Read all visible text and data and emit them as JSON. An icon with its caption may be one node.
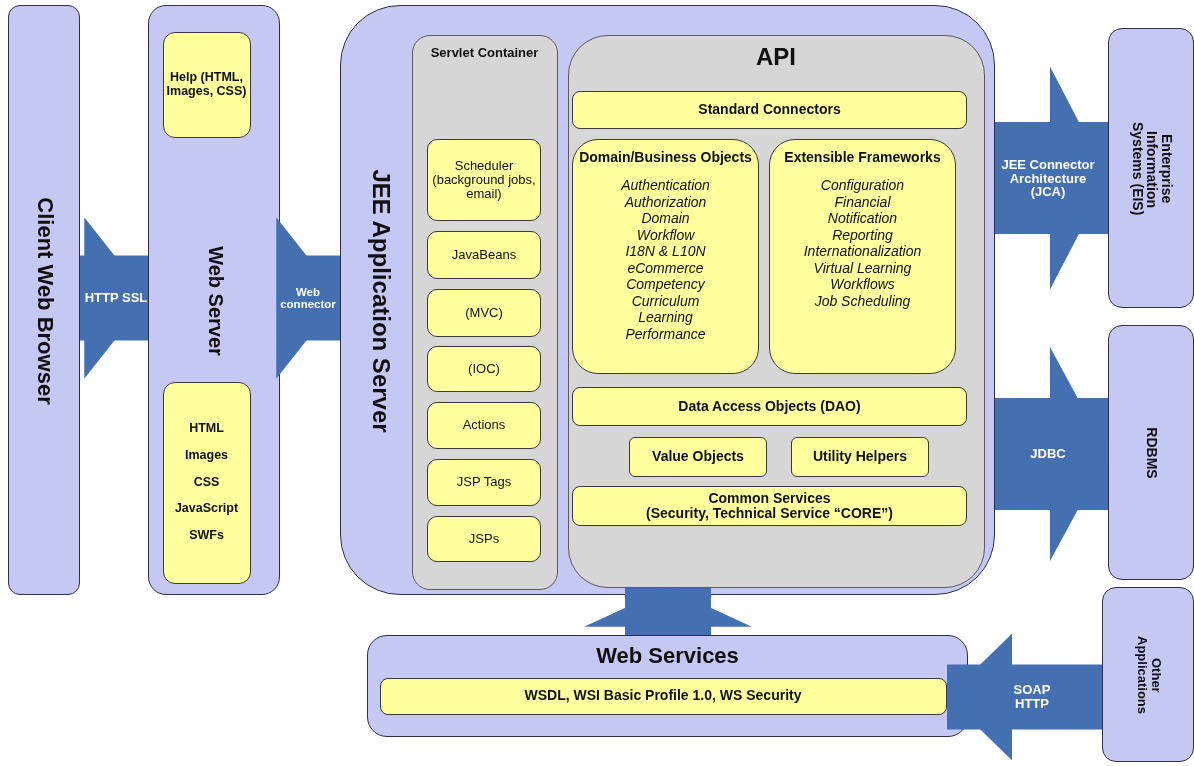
{
  "diagram": {
    "nodes": [
      {
        "text": [
          "Client Web Browser"
        ]
      },
      {
        "text": [
          "Web Server"
        ]
      },
      {
        "text": [
          "Help (HTML, Images, CSS)"
        ],
        "in": 1
      },
      {
        "text": [
          "HTML",
          "Images",
          "CSS",
          "JavaScript",
          "SWFs"
        ],
        "in": 1
      },
      {
        "text": [
          "JEE Application Server"
        ]
      },
      {
        "text": [
          "Servlet Container"
        ],
        "in": 4
      },
      {
        "text": [
          "Scheduler (background jobs, email)"
        ],
        "in": 5
      },
      {
        "text": [
          "JavaBeans"
        ],
        "in": 5
      },
      {
        "text": [
          "(MVC)"
        ],
        "in": 5
      },
      {
        "text": [
          "(IOC)"
        ],
        "in": 5
      },
      {
        "text": [
          "Actions"
        ],
        "in": 5
      },
      {
        "text": [
          "JSP Tags"
        ],
        "in": 5
      },
      {
        "text": [
          "JSPs"
        ],
        "in": 5
      },
      {
        "text": [
          "API"
        ],
        "in": 4
      },
      {
        "text": [
          "Standard Connectors"
        ],
        "in": 13
      },
      {
        "text": [
          "Domain/Business Objects",
          "Authentication",
          "Authorization",
          "Domain",
          "Workflow",
          "I18N & L10N",
          "eCommerce",
          "Competency",
          "Curriculum",
          "Learning",
          "Performance"
        ],
        "in": 13
      },
      {
        "text": [
          "Extensible Frameworks",
          "Configuration",
          "Financial",
          "Notification",
          "Reporting",
          "Internationalization",
          "Virtual Learning",
          "Workflows",
          "Job Scheduling"
        ],
        "in": 13
      },
      {
        "text": [
          "Data Access Objects (DAO)"
        ],
        "in": 13
      },
      {
        "text": [
          "Value Objects"
        ],
        "in": 13
      },
      {
        "text": [
          "Utility Helpers"
        ],
        "in": 13
      },
      {
        "text": [
          "Common Services",
          "(Security, Technical Service “CORE”)"
        ],
        "in": 13
      },
      {
        "text": [
          "Enterprise Information Systems (EIS)"
        ]
      },
      {
        "text": [
          "RDBMS"
        ]
      },
      {
        "text": [
          "Other Applications"
        ]
      },
      {
        "text": [
          "Web Services"
        ]
      },
      {
        "text": [
          "WSDL, WSI Basic Profile 1.0, WS Security"
        ],
        "in": 24
      }
    ],
    "edges": [
      {
        "from": 0,
        "to": 1,
        "arrow": "to",
        "label": "HTTP SSL"
      },
      {
        "from": 1,
        "to": 4,
        "arrow": "to",
        "label": "Web connector"
      },
      {
        "from": 4,
        "to": 21,
        "arrow": "to",
        "label": "JEE Connector Architecture (JCA)"
      },
      {
        "from": 4,
        "to": 22,
        "arrow": "to",
        "label": "JDBC"
      },
      {
        "from": 23,
        "to": 25,
        "arrow": "to",
        "label": "SOAP HTTP"
      },
      {
        "from": 24,
        "to": 13,
        "arrow": "to"
      }
    ]
  }
}
